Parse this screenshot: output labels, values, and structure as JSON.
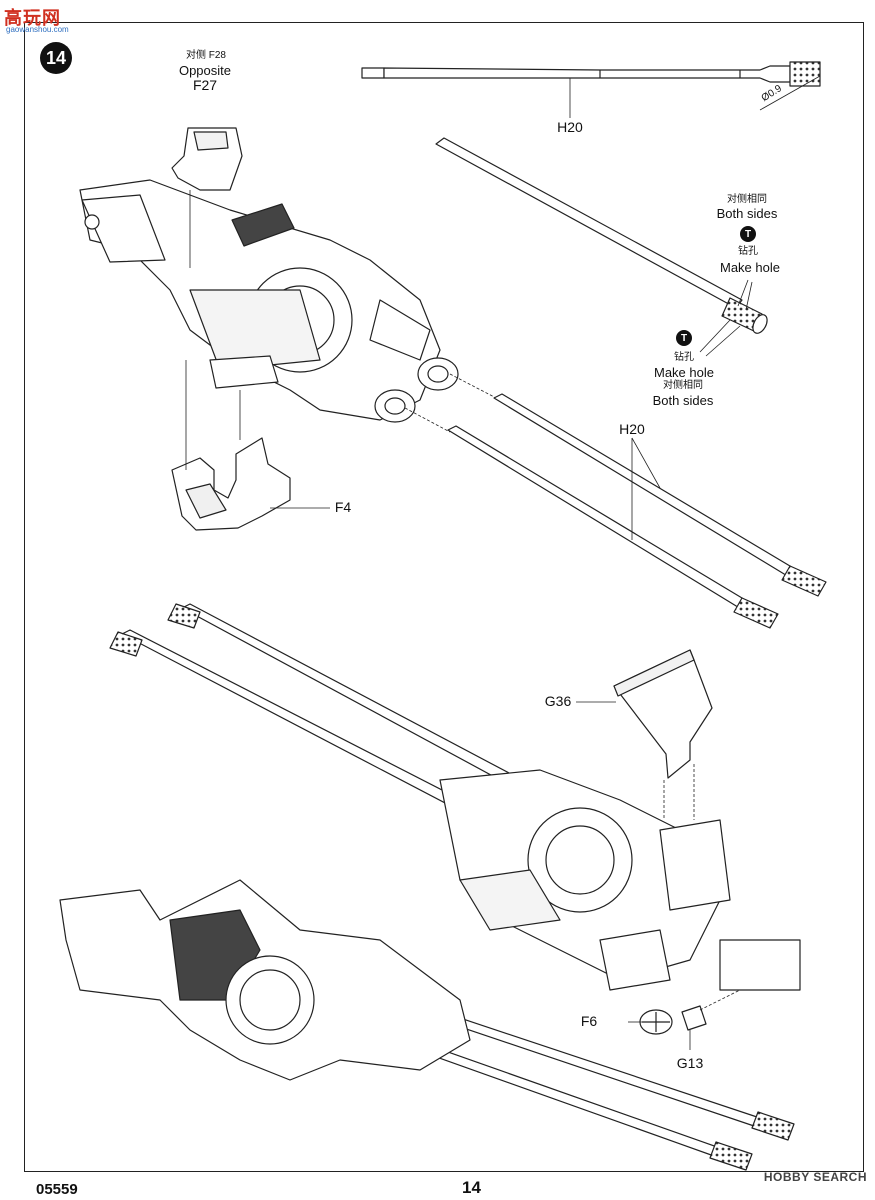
{
  "watermark_top": {
    "main": "高玩网",
    "sub": "gaowanshou.com"
  },
  "watermark_bottom": "HOBBY SEARCH",
  "step": "14",
  "page_code": "05559",
  "page_number": "14",
  "drill_icon_glyph": "T",
  "labels": {
    "f27_cn": "对侧 F28",
    "f27_opposite": "Opposite",
    "f27": "F27",
    "h20_top": "H20",
    "diameter": "Ø0.9",
    "both_sides_cn_1": "对侧相同",
    "both_sides_1": "Both sides",
    "make_hole_cn_1": "钻孔",
    "make_hole_1": "Make hole",
    "make_hole_cn_2": "钻孔",
    "make_hole_2": "Make hole",
    "both_sides_cn_2": "对侧相同",
    "both_sides_2": "Both sides",
    "h20_mid": "H20",
    "f4": "F4",
    "g36": "G36",
    "f6": "F6",
    "g13": "G13"
  }
}
